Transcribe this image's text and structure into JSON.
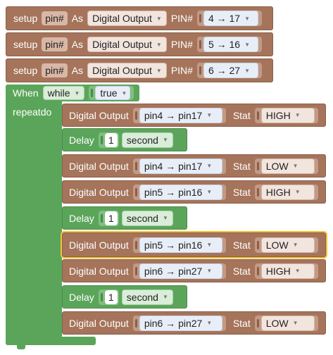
{
  "setup_blocks": [
    {
      "kw": "setup",
      "var": "pin#",
      "as": "As",
      "type": "Digital Output",
      "pin_label": "PIN#",
      "map": "4 → 17"
    },
    {
      "kw": "setup",
      "var": "pin#",
      "as": "As",
      "type": "Digital Output",
      "pin_label": "PIN#",
      "map": "5 → 16"
    },
    {
      "kw": "setup",
      "var": "pin#",
      "as": "As",
      "type": "Digital Output",
      "pin_label": "PIN#",
      "map": "6 → 27"
    }
  ],
  "loop": {
    "when": "When",
    "mode": "while",
    "condition": "true",
    "repeat": "repeatdo"
  },
  "body": [
    {
      "kind": "out",
      "label": "Digital Output",
      "pin": "pin4 → pin17",
      "stat": "Stat",
      "value": "HIGH"
    },
    {
      "kind": "delay",
      "label": "Delay",
      "amount": "1",
      "unit": "second"
    },
    {
      "kind": "out",
      "label": "Digital Output",
      "pin": "pin4 → pin17",
      "stat": "Stat",
      "value": "LOW"
    },
    {
      "kind": "out",
      "label": "Digital Output",
      "pin": "pin5 → pin16",
      "stat": "Stat",
      "value": "HIGH"
    },
    {
      "kind": "delay",
      "label": "Delay",
      "amount": "1",
      "unit": "second"
    },
    {
      "kind": "out",
      "label": "Digital Output",
      "pin": "pin5 → pin16",
      "stat": "Stat",
      "value": "LOW",
      "selected": true
    },
    {
      "kind": "out",
      "label": "Digital Output",
      "pin": "pin6 → pin27",
      "stat": "Stat",
      "value": "HIGH"
    },
    {
      "kind": "delay",
      "label": "Delay",
      "amount": "1",
      "unit": "second"
    },
    {
      "kind": "out",
      "label": "Digital Output",
      "pin": "pin6 → pin27",
      "stat": "Stat",
      "value": "LOW"
    }
  ],
  "colors": {
    "output": "#A5745B",
    "control": "#5BA55B",
    "selected": "#F4C430"
  },
  "icons": {
    "dropdown": "caret-down-icon"
  }
}
